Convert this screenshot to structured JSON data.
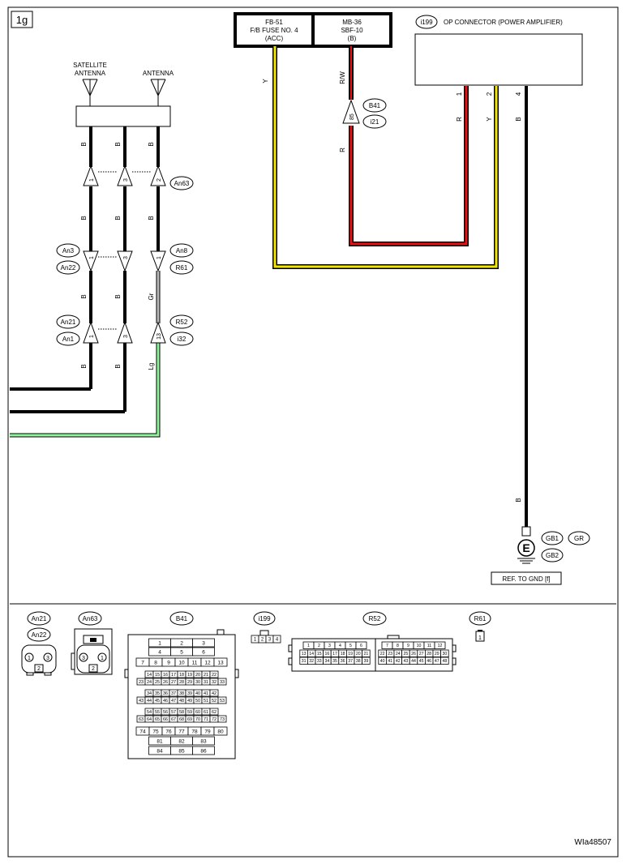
{
  "page_tag": "1g",
  "drawing_id": "WIa48507",
  "fuse_box_1": {
    "line1": "FB-51",
    "line2": "F/B FUSE NO. 4",
    "line3": "(ACC)"
  },
  "fuse_box_2": {
    "line1": "MB-36",
    "line2": "SBF-10",
    "line3": "(B)"
  },
  "op_connector": {
    "id": "i199",
    "label": "OP CONNECTOR (POWER AMPLIFIER)",
    "pins": [
      "1",
      "2",
      "4"
    ],
    "wire_colors": [
      "R",
      "Y",
      "B"
    ]
  },
  "antennas": {
    "satellite": "SATELLITE\nANTENNA",
    "antenna": "ANTENNA"
  },
  "wires": {
    "fuse1_color": "Y",
    "fuse2_color": "R/W",
    "fuse2_below": "R",
    "ground_color": "B",
    "antenna_cols_top": [
      "B",
      "B",
      "B"
    ],
    "antenna_cols_mid": [
      "B",
      "B",
      "B"
    ],
    "antenna_cols_low": [
      "B",
      "B",
      "Gr"
    ],
    "antenna_cols_bottom": [
      "B",
      "B",
      "Lg"
    ]
  },
  "connectors": {
    "b41_i21": {
      "ids": [
        "B41",
        "i21"
      ],
      "pin": "85"
    },
    "an63": {
      "id": "An63",
      "pins": [
        "1",
        "3",
        "2"
      ]
    },
    "an3_an22_an8_r61": {
      "left": [
        "An3",
        "An22"
      ],
      "right": [
        "An8",
        "R61"
      ],
      "pins": [
        "1",
        "3",
        "1"
      ]
    },
    "an21_an1_r52_i32": {
      "left": [
        "An21",
        "An1"
      ],
      "right": [
        "R52",
        "i32"
      ],
      "pins": [
        "1",
        "3",
        "13"
      ]
    }
  },
  "ground": {
    "symbol": "E",
    "ids": [
      "GB1",
      "GB2",
      "GR"
    ],
    "ref": "REF. TO GND [f]"
  },
  "pinouts": {
    "an21": {
      "ids": [
        "An21",
        "An22"
      ],
      "pins": [
        "1",
        "3",
        "2"
      ]
    },
    "an63": {
      "id": "An63",
      "pins": [
        "3",
        "1",
        "2"
      ]
    },
    "b41": {
      "id": "B41",
      "rows": [
        [
          "1",
          "2",
          "3"
        ],
        [
          "4",
          "5",
          "6"
        ],
        [
          "7",
          "8",
          "9",
          "10",
          "11",
          "12",
          "13"
        ],
        [
          "14",
          "15",
          "16",
          "17",
          "18",
          "19",
          "20",
          "21",
          "22"
        ],
        [
          "23",
          "24",
          "25",
          "26",
          "27",
          "28",
          "29",
          "30",
          "31",
          "32",
          "33"
        ],
        [
          "34",
          "35",
          "36",
          "37",
          "38",
          "39",
          "40",
          "41",
          "42"
        ],
        [
          "43",
          "44",
          "45",
          "46",
          "47",
          "48",
          "49",
          "50",
          "51",
          "52",
          "53"
        ],
        [
          "54",
          "55",
          "56",
          "57",
          "58",
          "59",
          "60",
          "61",
          "62"
        ],
        [
          "63",
          "64",
          "65",
          "66",
          "67",
          "68",
          "69",
          "70",
          "71",
          "72",
          "73"
        ],
        [
          "74",
          "75",
          "76",
          "77",
          "78",
          "79",
          "80"
        ],
        [
          "81",
          "82",
          "83"
        ],
        [
          "84",
          "85",
          "86"
        ]
      ]
    },
    "i199": {
      "id": "i199",
      "pins": [
        "1",
        "2",
        "3",
        "4"
      ]
    },
    "r52": {
      "id": "R52",
      "left_rows": [
        [
          "1",
          "2",
          "3",
          "4",
          "5",
          "6"
        ],
        [
          "13",
          "14",
          "15",
          "16",
          "17",
          "18",
          "19",
          "20",
          "21"
        ],
        [
          "31",
          "32",
          "33",
          "34",
          "35",
          "36",
          "37",
          "38",
          "39"
        ]
      ],
      "right_rows": [
        [
          "7",
          "8",
          "9",
          "10",
          "11",
          "12"
        ],
        [
          "22",
          "23",
          "24",
          "25",
          "26",
          "27",
          "28",
          "29",
          "30"
        ],
        [
          "40",
          "41",
          "42",
          "43",
          "44",
          "45",
          "46",
          "47",
          "48"
        ]
      ]
    },
    "r61": {
      "id": "R61",
      "pins": [
        "1"
      ]
    }
  },
  "colors": {
    "yellow": "#f2e600",
    "red": "#e81010",
    "lightgreen": "#8ef59a",
    "gray": "#b8b8b8"
  }
}
